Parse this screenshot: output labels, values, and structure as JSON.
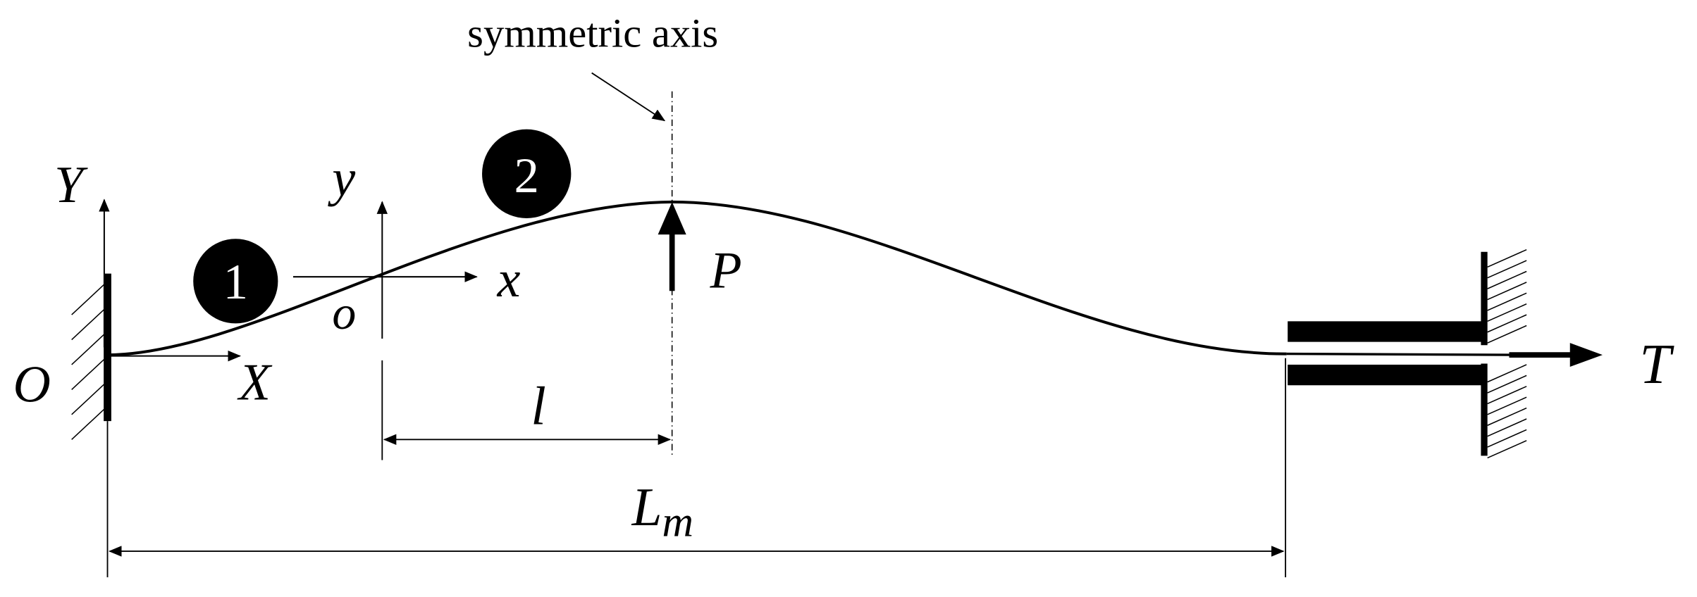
{
  "annotation": {
    "symmetric_axis": "symmetric axis"
  },
  "markers": {
    "segment_1": "1",
    "segment_2": "2"
  },
  "global_axes": {
    "origin": "O",
    "x": "X",
    "y": "Y"
  },
  "local_axes": {
    "origin": "o",
    "x": "x",
    "y": "y"
  },
  "loads": {
    "force": "P",
    "tension": "T"
  },
  "dimensions": {
    "half_span": "l",
    "total_length_base": "L",
    "total_length_sub": "m"
  },
  "colors": {
    "ink": "#000000",
    "background": "#ffffff",
    "marker_text": "#ffffff"
  }
}
